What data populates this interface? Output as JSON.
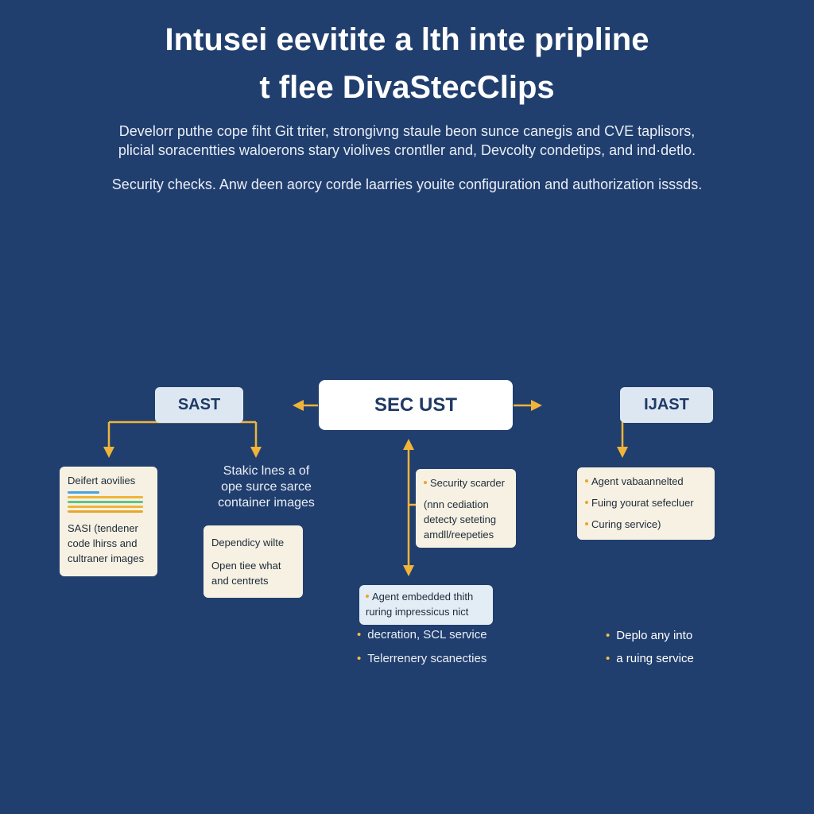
{
  "header": {
    "title_line1": "Intusei eevitite a lth inte pripline",
    "title_line2": "t flee DivaStecClips",
    "intro_line1": "Develorr puthe cope fiht Git triter, strongivng staule beon sunce canegis and CVE taplisors,",
    "intro_line2": "plicial soracentties waloerons stary violives crontller and, Devcolty condetips, and ind·detlo.",
    "intro_line3": "Security checks. Anw deen aorcy corde laarries youite configuration and authorization isssds."
  },
  "diagram": {
    "nodes": {
      "sast": "SAST",
      "center": "SEC UST",
      "iast": "IJAST"
    },
    "card1": {
      "heading": "Deifert aovilies",
      "bar_colors": [
        "#4aa3e0",
        "#f0b43a",
        "#5cc48a",
        "#f0b43a",
        "#e8a72a"
      ],
      "line1": "SASI (tendener",
      "line2": "code lhirss and",
      "line3": "cultraner images"
    },
    "floating_text": {
      "line1": "Stakic lnes a of",
      "line2": "ope surce sarce",
      "line3": "container images"
    },
    "card2": {
      "line1": "Dependicy wilte",
      "line2": "Open tiee what",
      "line3": "and centrets"
    },
    "card3": {
      "line1": "Security scarder",
      "line2": "(nnn cediation",
      "line3": "detecty seteting",
      "line4": "amdll/reepeties"
    },
    "card4": {
      "line1": "Agent vabaannelted",
      "line2": "Fuing yourat sefecluer",
      "line3": "Curing service)"
    },
    "card5": {
      "line1": "Agent embedded thith",
      "line2": "ruring impressicus nict"
    },
    "bullets_center": [
      "decration, SCL service",
      "Telerrenery scanecties"
    ],
    "bullets_right": [
      "Deplo any into",
      "a ruing service"
    ]
  },
  "colors": {
    "background": "#213f6e",
    "connector": "#f0b43a",
    "node_fill": "#dce7f2",
    "card_fill": "#f6f1e2"
  }
}
